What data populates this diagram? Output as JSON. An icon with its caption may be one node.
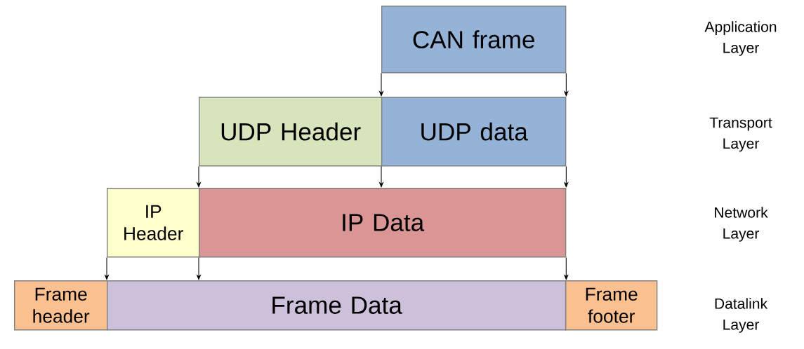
{
  "diagram": {
    "nodes": [
      {
        "text": [
          "CAN frame"
        ]
      },
      {
        "text": [
          "UDP Header"
        ]
      },
      {
        "text": [
          "UDP data"
        ]
      },
      {
        "text": [
          "IP Header"
        ]
      },
      {
        "text": [
          "IP Data"
        ]
      },
      {
        "text": [
          "Frame header"
        ]
      },
      {
        "text": [
          "Frame Data"
        ]
      },
      {
        "text": [
          "Frame footer"
        ]
      }
    ],
    "edges": [
      {
        "from": 0,
        "to": 2,
        "arrow": "to"
      },
      {
        "from": 0,
        "to": 2,
        "arrow": "to"
      },
      {
        "from": 1,
        "to": 4,
        "arrow": "to"
      },
      {
        "from": 2,
        "to": 4,
        "arrow": "to"
      },
      {
        "from": 2,
        "to": 4,
        "arrow": "to"
      },
      {
        "from": 3,
        "to": 6,
        "arrow": "to"
      },
      {
        "from": 4,
        "to": 6,
        "arrow": "to"
      },
      {
        "from": 4,
        "to": 6,
        "arrow": "to"
      }
    ],
    "labels": [
      "Application Layer",
      "Transport Layer",
      "Network Layer",
      "Datalink Layer"
    ]
  }
}
